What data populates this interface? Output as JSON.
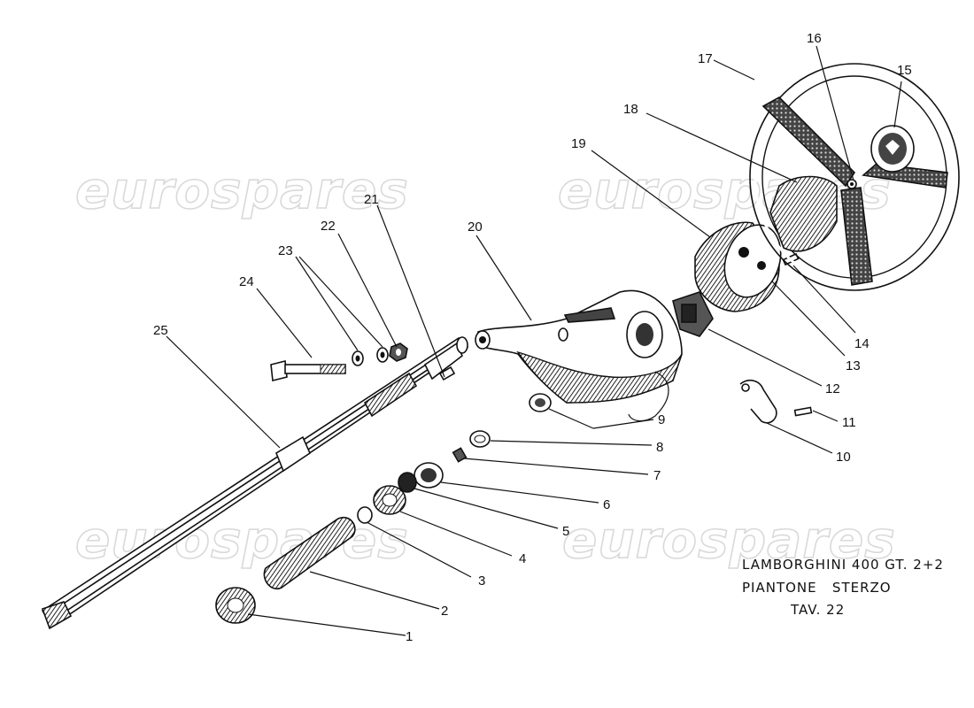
{
  "title": {
    "line1": "LAMBORGHINI 400 GT. 2+2",
    "line2": "PIANTONE   STERZO",
    "line3": "TAV. 22"
  },
  "watermark": {
    "text": "eurospares",
    "color": "#d9d9d9"
  },
  "callouts": [
    "1",
    "2",
    "3",
    "4",
    "5",
    "6",
    "7",
    "8",
    "9",
    "10",
    "11",
    "12",
    "13",
    "14",
    "15",
    "16",
    "17",
    "18",
    "19",
    "20",
    "21",
    "22",
    "23",
    "24",
    "25"
  ],
  "colors": {
    "line": "#111111",
    "shade": "#3a3a3a",
    "background": "#ffffff"
  }
}
